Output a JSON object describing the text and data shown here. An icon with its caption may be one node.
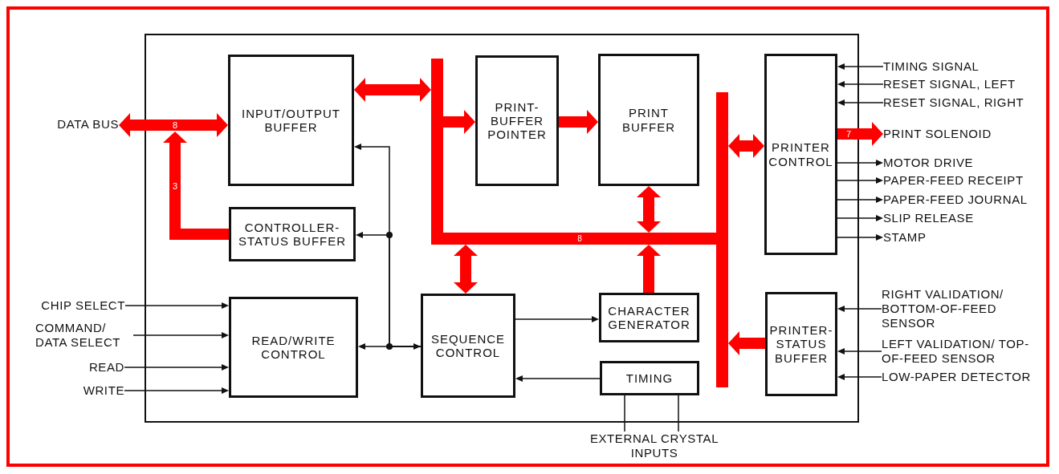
{
  "diagram": {
    "nodes": [
      {
        "text": [],
        "shape": "box"
      },
      {
        "text": [
          "INPUT/OUTPUT BUFFER"
        ],
        "in": 0
      },
      {
        "text": [
          "PRINT-BUFFER POINTER"
        ],
        "in": 0
      },
      {
        "text": [
          "PRINT BUFFER"
        ],
        "in": 0
      },
      {
        "text": [
          "PRINTER CONTROL"
        ],
        "in": 0
      },
      {
        "text": [
          "CONTROLLER-STATUS BUFFER"
        ],
        "in": 0
      },
      {
        "text": [
          "READ/WRITE CONTROL"
        ],
        "in": 0
      },
      {
        "text": [
          "SEQUENCE CONTROL"
        ],
        "in": 0
      },
      {
        "text": [
          "CHARACTER GENERATOR"
        ],
        "in": 0
      },
      {
        "text": [
          "TIMING"
        ],
        "in": 0
      },
      {
        "text": [
          "PRINTER-STATUS BUFFER"
        ],
        "in": 0
      },
      {
        "text": [],
        "shape": "bar",
        "in": 0
      },
      {
        "text": [
          "8"
        ],
        "in": 0
      },
      {
        "text": [],
        "shape": "bar",
        "in": 0
      },
      {
        "text": [
          "DATA BUS"
        ]
      },
      {
        "text": [
          "CHIP SELECT"
        ]
      },
      {
        "text": [
          "COMMAND/ DATA SELECT"
        ]
      },
      {
        "text": [
          "READ"
        ]
      },
      {
        "text": [
          "WRITE"
        ]
      },
      {
        "text": [
          "EXTERNAL CRYSTAL INPUTS"
        ]
      },
      {
        "text": [
          "TIMING SIGNAL"
        ]
      },
      {
        "text": [
          "RESET SIGNAL, LEFT"
        ]
      },
      {
        "text": [
          "RESET SIGNAL, RIGHT"
        ]
      },
      {
        "text": [
          "PRINT SOLENOID"
        ]
      },
      {
        "text": [
          "MOTOR DRIVE"
        ]
      },
      {
        "text": [
          "PAPER-FEED RECEIPT"
        ]
      },
      {
        "text": [
          "PAPER-FEED JOURNAL"
        ]
      },
      {
        "text": [
          "SLIP RELEASE"
        ]
      },
      {
        "text": [
          "STAMP"
        ]
      },
      {
        "text": [
          "RIGHT VALIDATION/ BOTTOM-OF-FEED SENSOR"
        ]
      },
      {
        "text": [
          "LEFT VALIDATION/ TOP-OF-FEED SENSOR"
        ]
      },
      {
        "text": [
          "LOW-PAPER DETECTOR"
        ]
      }
    ],
    "edges": [
      {
        "from": 14,
        "to": 1,
        "arrow": "both",
        "label": "8",
        "style": "thick",
        "color": "#ff0000"
      },
      {
        "from": 5,
        "to": 14,
        "arrow": "to",
        "label": "3",
        "style": "thick",
        "color": "#ff0000"
      },
      {
        "from": 1,
        "to": 11,
        "arrow": "both",
        "style": "thick",
        "color": "#ff0000"
      },
      {
        "from": 11,
        "to": 2,
        "arrow": "to",
        "style": "thick",
        "color": "#ff0000"
      },
      {
        "from": 2,
        "to": 3,
        "arrow": "to",
        "style": "thick",
        "color": "#ff0000"
      },
      {
        "from": 3,
        "to": 12,
        "arrow": "both",
        "style": "thick",
        "color": "#ff0000"
      },
      {
        "from": 12,
        "to": 7,
        "arrow": "both",
        "style": "thick",
        "color": "#ff0000"
      },
      {
        "from": 8,
        "to": 12,
        "arrow": "to",
        "style": "thick",
        "color": "#ff0000"
      },
      {
        "from": 13,
        "to": 4,
        "arrow": "both",
        "style": "thick",
        "color": "#ff0000"
      },
      {
        "from": 10,
        "to": 13,
        "arrow": "to",
        "style": "thick",
        "color": "#ff0000"
      },
      {
        "from": 4,
        "to": 23,
        "arrow": "to",
        "label": "7",
        "style": "thick",
        "color": "#ff0000"
      },
      {
        "from": 6,
        "to": 7,
        "arrow": "both"
      },
      {
        "from": 7,
        "to": 5,
        "arrow": "to"
      },
      {
        "from": 7,
        "to": 1,
        "arrow": "to"
      },
      {
        "from": 7,
        "to": 8,
        "arrow": "to"
      },
      {
        "from": 9,
        "to": 7,
        "arrow": "to"
      },
      {
        "from": 9,
        "to": 19,
        "arrow": "none"
      },
      {
        "from": 9,
        "to": 19,
        "arrow": "none"
      },
      {
        "from": 15,
        "to": 6,
        "arrow": "to"
      },
      {
        "from": 16,
        "to": 6,
        "arrow": "to"
      },
      {
        "from": 17,
        "to": 6,
        "arrow": "to"
      },
      {
        "from": 18,
        "to": 6,
        "arrow": "to"
      },
      {
        "from": 20,
        "to": 4,
        "arrow": "to"
      },
      {
        "from": 21,
        "to": 4,
        "arrow": "to"
      },
      {
        "from": 22,
        "to": 4,
        "arrow": "to"
      },
      {
        "from": 4,
        "to": 24,
        "arrow": "to"
      },
      {
        "from": 4,
        "to": 25,
        "arrow": "to"
      },
      {
        "from": 4,
        "to": 26,
        "arrow": "to"
      },
      {
        "from": 4,
        "to": 27,
        "arrow": "to"
      },
      {
        "from": 4,
        "to": 28,
        "arrow": "to"
      },
      {
        "from": 29,
        "to": 10,
        "arrow": "to"
      },
      {
        "from": 30,
        "to": 10,
        "arrow": "to"
      },
      {
        "from": 31,
        "to": 10,
        "arrow": "to"
      }
    ]
  }
}
